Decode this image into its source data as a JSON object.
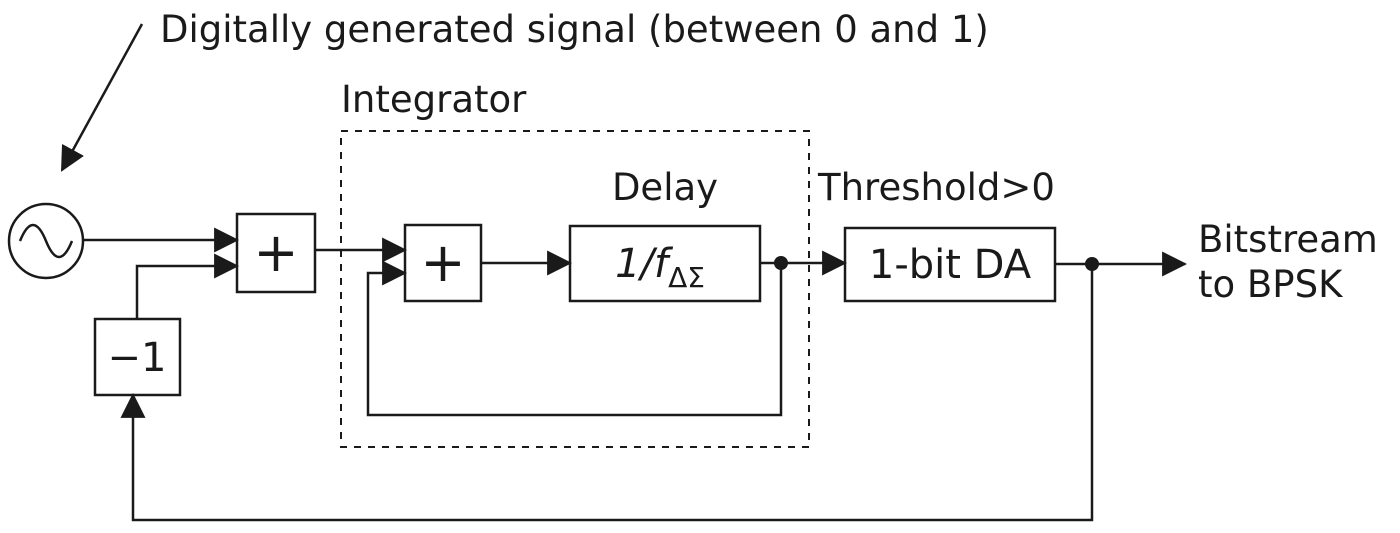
{
  "labels": {
    "annotation": "Digitally generated signal (between 0 and 1)",
    "integrator": "Integrator",
    "delay_label": "Delay",
    "delay_block_main": "1/f",
    "delay_block_sub": "ΔΣ",
    "threshold_label": "Threshold>0",
    "da_block": "1-bit DA",
    "output_line1": "Bitstream",
    "output_line2": "to BPSK",
    "inverter": "−1",
    "summer1": "+",
    "summer2": "+"
  },
  "colors": {
    "line": "#1a1a1a",
    "background": "#ffffff"
  }
}
